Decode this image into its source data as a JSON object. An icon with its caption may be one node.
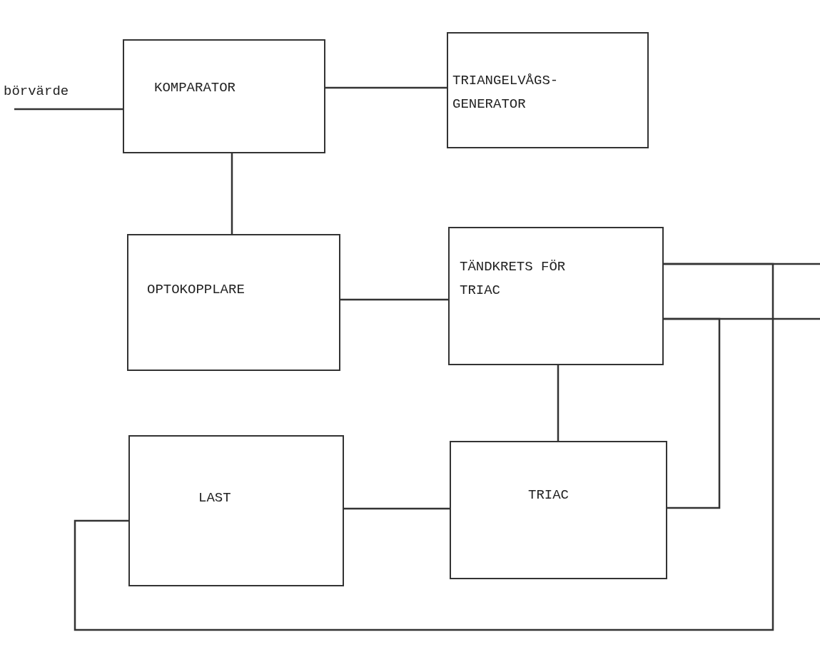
{
  "diagram": {
    "nodes": [
      {
        "text": [
          "KOMPARATOR"
        ]
      },
      {
        "text": [
          "TRIANGELVÅGS- GENERATOR"
        ]
      },
      {
        "text": [
          "OPTOKOPPLARE"
        ]
      },
      {
        "text": [
          "TÄNDKRETS FÖR TRIAC"
        ]
      },
      {
        "text": [
          "LAST"
        ]
      },
      {
        "text": [
          "TRIAC"
        ]
      }
    ],
    "edges": [
      {
        "from": null,
        "to": 0,
        "arrow": "none",
        "label": "börvärde"
      },
      {
        "from": 0,
        "to": 1,
        "arrow": "none"
      },
      {
        "from": 0,
        "to": 2,
        "arrow": "none"
      },
      {
        "from": 2,
        "to": 3,
        "arrow": "none"
      },
      {
        "from": 3,
        "to": 5,
        "arrow": "none"
      },
      {
        "from": 4,
        "to": 5,
        "arrow": "none"
      },
      {
        "from": 3,
        "to": null,
        "arrow": "none"
      },
      {
        "from": 3,
        "to": null,
        "arrow": "none"
      },
      {
        "from": 5,
        "to": 3,
        "arrow": "none"
      },
      {
        "from": 4,
        "to": 3,
        "arrow": "none"
      }
    ]
  }
}
